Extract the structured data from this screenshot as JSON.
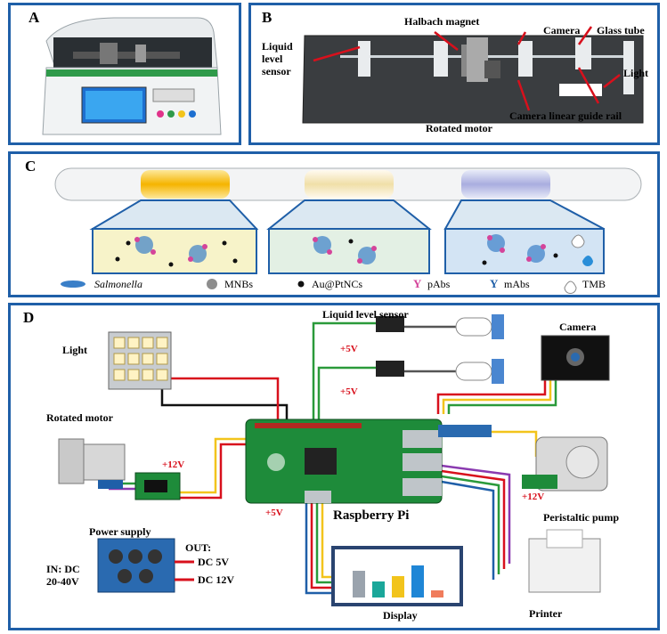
{
  "panels": {
    "a": {
      "letter": "A"
    },
    "b": {
      "letter": "B",
      "labels": {
        "halbach": "Halbach magnet",
        "camera": "Camera",
        "glass": "Glass tube",
        "liquid1": "Liquid",
        "liquid2": "level",
        "liquid3": "sensor",
        "light": "Light",
        "motor": "Rotated motor",
        "rail": "Camera linear guide rail"
      }
    },
    "c": {
      "letter": "C",
      "legend": {
        "salmonella": "Salmonella",
        "mnbs": "MNBs",
        "aupt": "Au@PtNCs",
        "pabs": "pAbs",
        "mabs": "mAbs",
        "tmb": "TMB"
      }
    },
    "d": {
      "letter": "D",
      "labels": {
        "light": "Light",
        "liquid_sensor": "Liquid level sensor",
        "camera": "Camera",
        "motor": "Rotated motor",
        "v12a": "+12V",
        "v5a": "+5V",
        "v5b": "+5V",
        "v5c": "+5V",
        "v12b": "+12V",
        "rpi": "Raspberry Pi",
        "pump": "Peristaltic pump",
        "power": "Power supply",
        "in1": "IN: DC",
        "in2": "20-40V",
        "out": "OUT:",
        "dc5": "DC 5V",
        "dc12": "DC 12V",
        "display": "Display",
        "printer": "Printer"
      }
    }
  },
  "colors": {
    "border": "#1f5fa8",
    "accent_red": "#d8101c",
    "board_green": "#1e8b3a"
  }
}
